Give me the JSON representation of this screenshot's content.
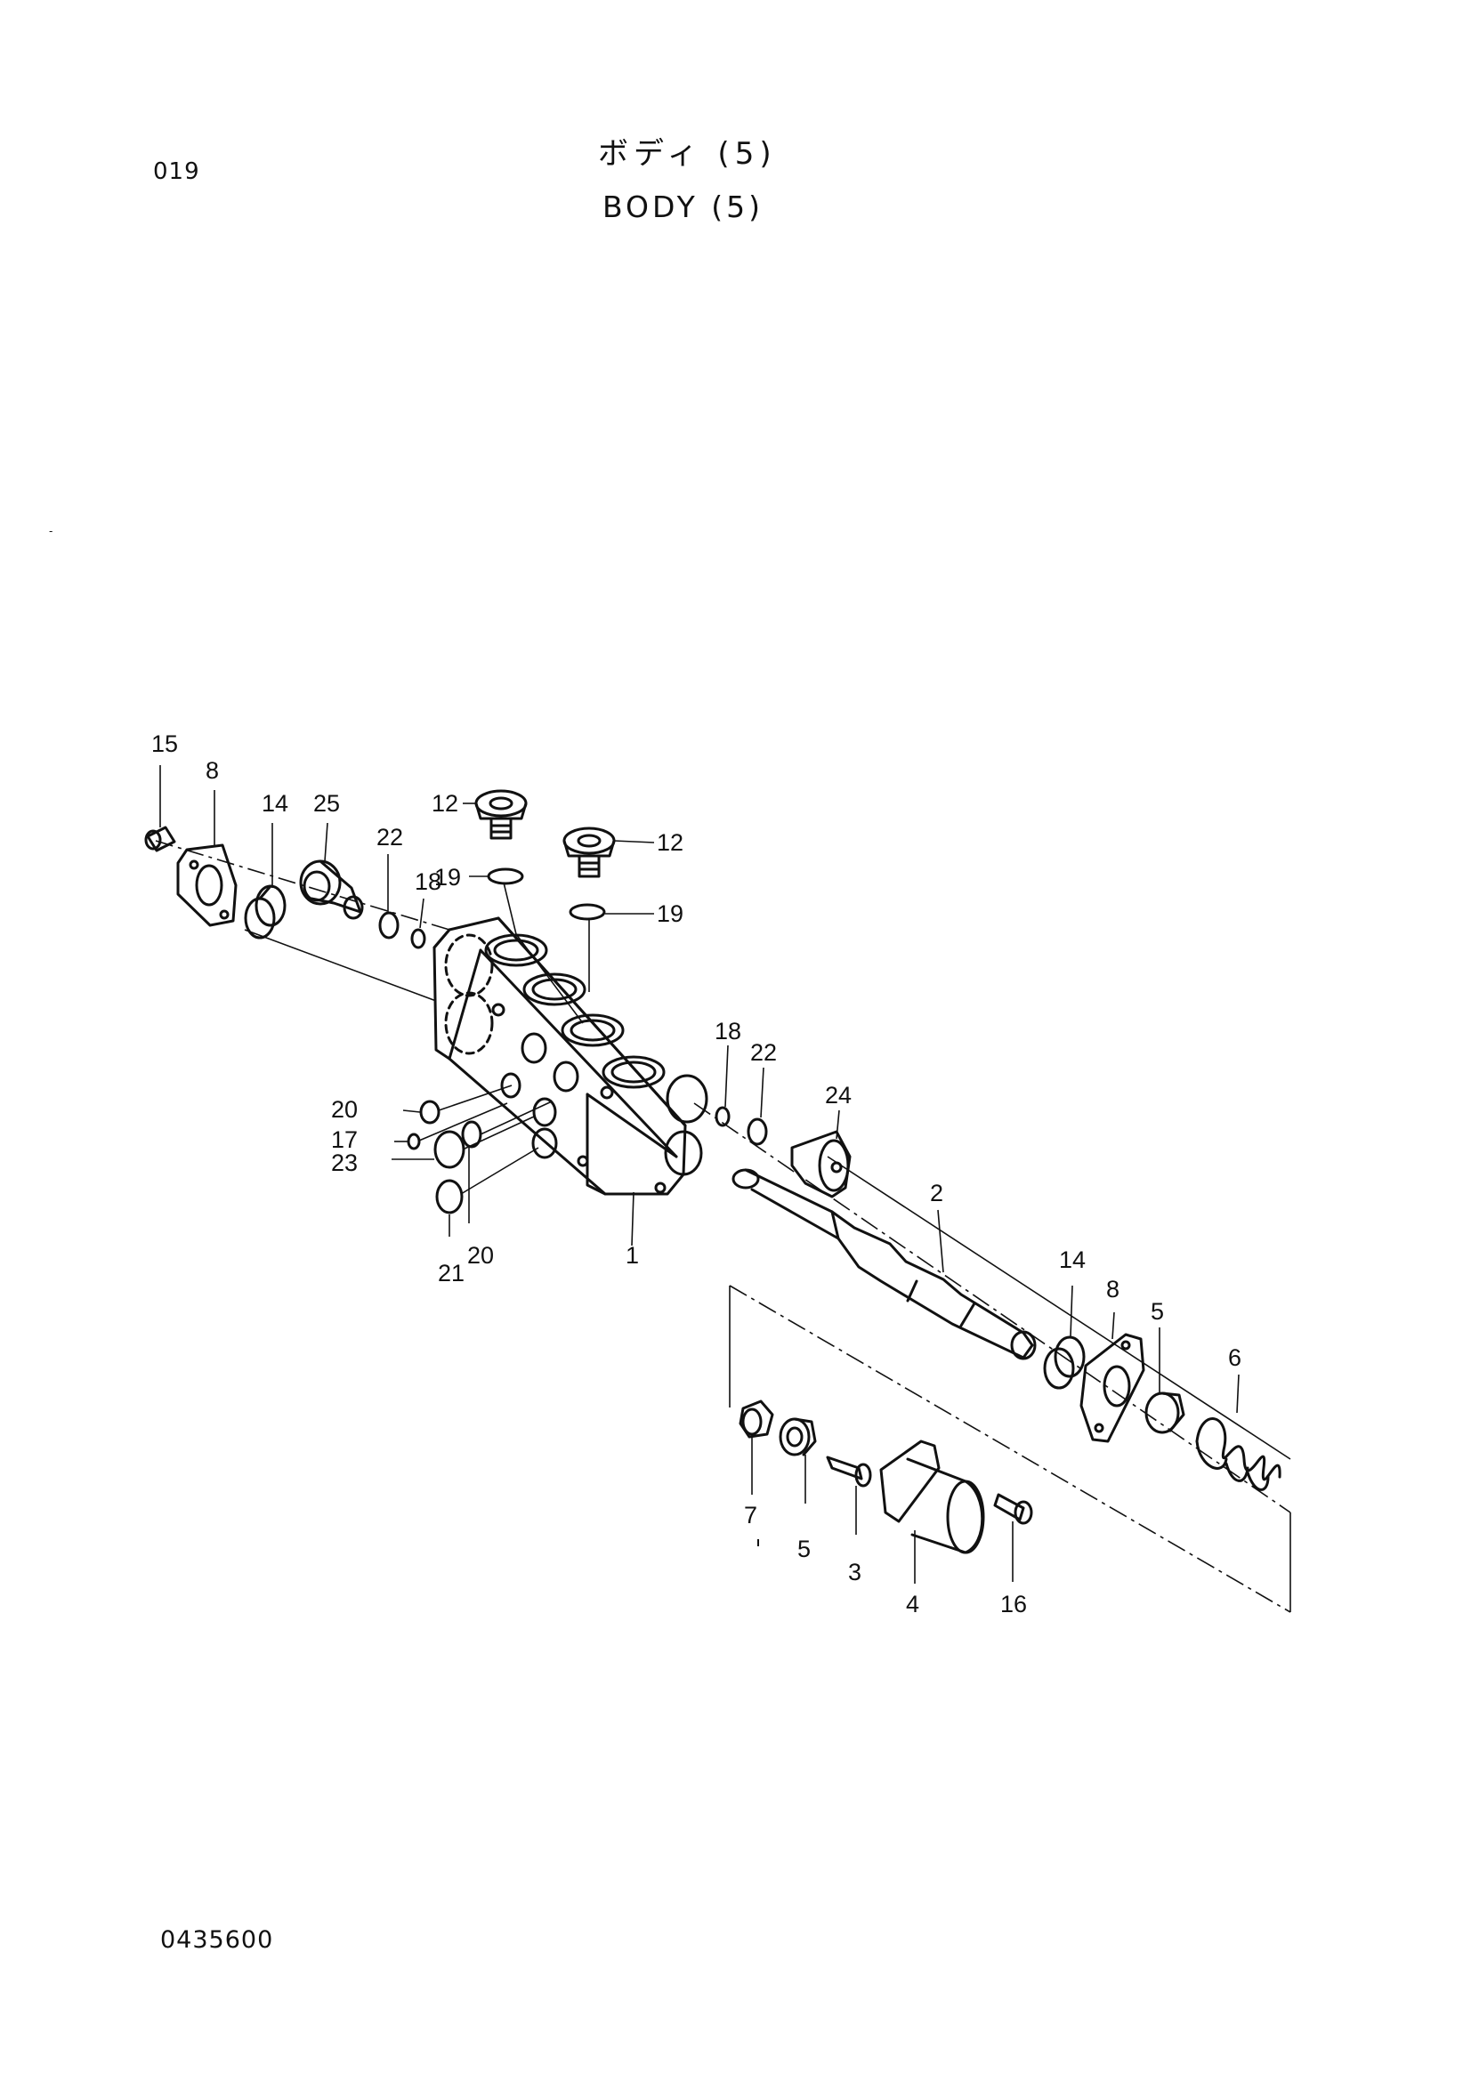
{
  "header": {
    "page_number": "019",
    "title_japanese": "ボディ (5)",
    "title_english": "BODY (5)"
  },
  "footer": {
    "document_number": "0435600"
  },
  "stray_mark": "-",
  "callouts": {
    "c15": "15",
    "c8a": "8",
    "c14a": "14",
    "c25": "25",
    "c22a": "22",
    "c18a": "18",
    "c12a": "12",
    "c12b": "12",
    "c19a": "19",
    "c19b": "19",
    "c18b": "18",
    "c22b": "22",
    "c24": "24",
    "c20a": "20",
    "c17": "17",
    "c23": "23",
    "c21": "21",
    "c20b": "20",
    "c1": "1",
    "c2": "2",
    "c14b": "14",
    "c8b": "8",
    "c5a": "5",
    "c6": "6",
    "c7": "7",
    "c5b": "5",
    "c3": "3",
    "c4": "4",
    "c16": "16"
  }
}
